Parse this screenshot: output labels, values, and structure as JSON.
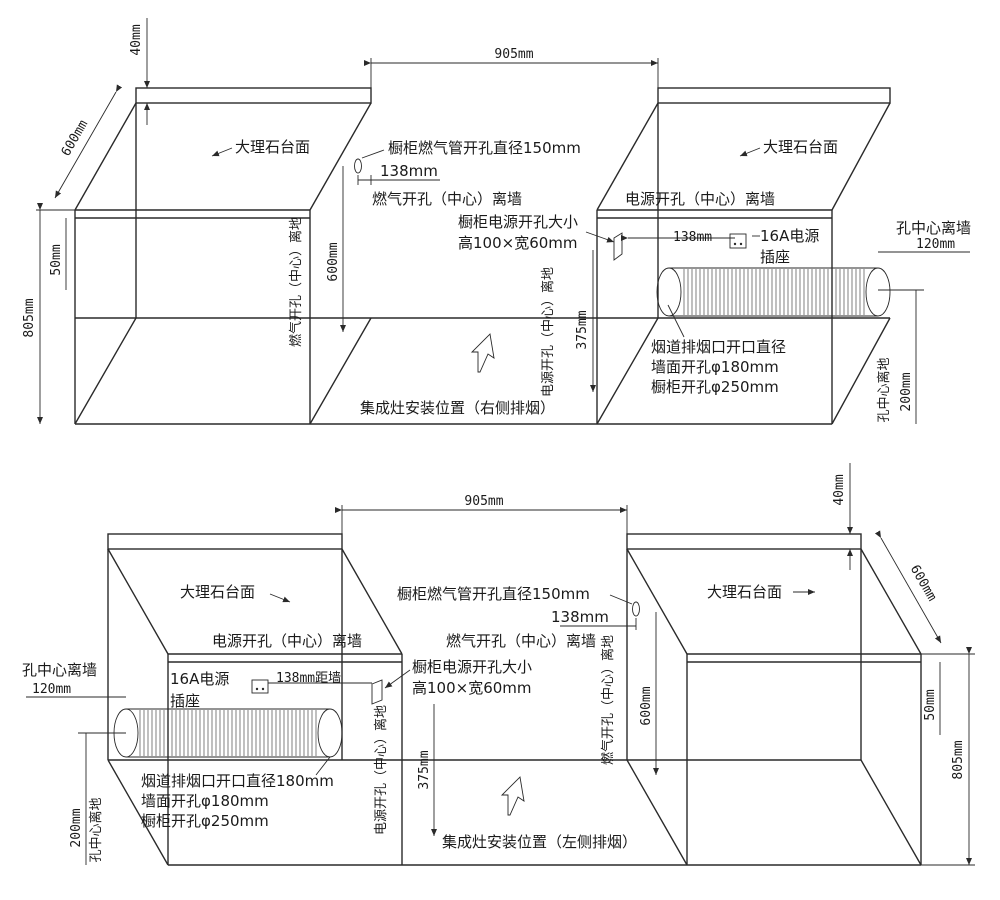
{
  "top": {
    "width_label": "905mm",
    "top_thickness": "40mm",
    "depth": "600mm",
    "height": "805mm",
    "top_offset": "50mm",
    "marble_left": "大理石台面",
    "marble_right": "大理石台面",
    "gas_hole_title": "橱柜燃气管开孔直径150mm",
    "gas_dist": "138mm",
    "gas_wall_label": "燃气开孔（中心）离墙",
    "gas_floor_label": "燃气开孔（中心）离地",
    "gas_floor_dim": "600mm",
    "power_wall_label": "电源开孔（中心）离墙",
    "power_hole_title": "橱柜电源开孔大小",
    "power_hole_size": "高100×宽60mm",
    "power_dist": "138mm",
    "socket_label_1": "16A电源",
    "socket_label_2": "插座",
    "hole_wall_label": "孔中心离墙",
    "hole_wall_dim": "120mm",
    "power_floor_label": "电源开孔（中心）离地",
    "power_floor_dim": "375mm",
    "flue_1": "烟道排烟口开口直径",
    "flue_2": "墙面开孔φ180mm",
    "flue_3": "橱柜开孔φ250mm",
    "hole_floor_label": "孔中心离地",
    "hole_floor_dim": "200mm",
    "caption": "集成灶安装位置（右侧排烟）"
  },
  "bottom": {
    "width_label": "905mm",
    "top_thickness": "40mm",
    "depth": "600mm",
    "height": "805mm",
    "top_offset": "50mm",
    "marble_left": "大理石台面",
    "marble_right": "大理石台面",
    "gas_hole_title": "橱柜燃气管开孔直径150mm",
    "gas_dist": "138mm",
    "gas_wall_label": "燃气开孔（中心）离墙",
    "gas_floor_label": "燃气开孔（中心）离地",
    "gas_floor_dim": "600mm",
    "power_wall_label": "电源开孔（中心）离墙",
    "power_hole_title": "橱柜电源开孔大小",
    "power_hole_size": "高100×宽60mm",
    "power_dist": "138mm距墙",
    "socket_label_1": "16A电源",
    "socket_label_2": "插座",
    "hole_wall_label": "孔中心离墙",
    "hole_wall_dim": "120mm",
    "power_floor_label": "电源开孔（中心）离地",
    "power_floor_dim": "375mm",
    "flue_1": "烟道排烟口开口直径180mm",
    "flue_2": "墙面开孔φ180mm",
    "flue_3": "橱柜开孔φ250mm",
    "hole_floor_label": "孔中心离地",
    "hole_floor_dim": "200mm",
    "caption": "集成灶安装位置（左侧排烟）"
  }
}
